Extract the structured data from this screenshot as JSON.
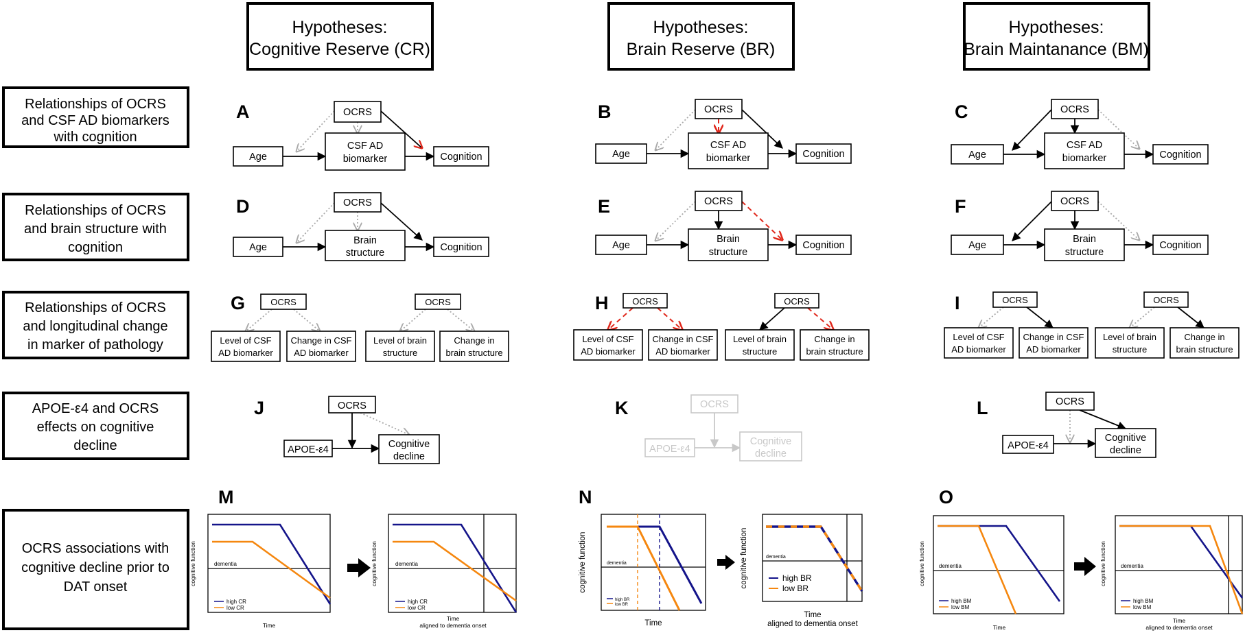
{
  "headers": [
    {
      "line1": "Hypotheses:",
      "line2": "Cognitive Reserve (CR)"
    },
    {
      "line1": "Hypotheses:",
      "line2": "Brain Reserve (BR)"
    },
    {
      "line1": "Hypotheses:",
      "line2": "Brain Maintanance (BM)"
    }
  ],
  "rows": [
    {
      "lines": [
        "Relationships of OCRS",
        "and CSF AD biomarkers",
        "with cognition"
      ]
    },
    {
      "lines": [
        "Relationships of OCRS",
        "and brain structure with",
        "cognition"
      ]
    },
    {
      "lines": [
        "Relationships of OCRS",
        "and longitudinal change",
        "in marker of pathology"
      ]
    },
    {
      "lines": [
        "APOE-ε4 and OCRS",
        "effects on cognitive",
        "decline"
      ]
    },
    {
      "lines": [
        "OCRS associations with",
        "cognitive decline prior to",
        "DAT onset"
      ]
    }
  ],
  "letters": [
    "A",
    "B",
    "C",
    "D",
    "E",
    "F",
    "G",
    "H",
    "I",
    "J",
    "K",
    "L",
    "M",
    "N",
    "O"
  ],
  "nodes": {
    "ocrs": "OCRS",
    "age": "Age",
    "cognition": "Cognition",
    "csf_1": "CSF AD",
    "csf_2": "biomarker",
    "brain_1": "Brain",
    "brain_2": "structure",
    "lvl_csf_1": "Level of CSF",
    "lvl_csf_2": "AD biomarker",
    "chg_csf_1": "Change in CSF",
    "chg_csf_2": "AD biomarker",
    "lvl_brain_1": "Level of brain",
    "lvl_brain_2": "structure",
    "chg_brain_1": "Change in",
    "chg_brain_2": "brain structure",
    "apoe": "APOE-ε4",
    "decl_1": "Cognitive",
    "decl_2": "decline"
  },
  "plots": {
    "ylabel": "cognitive function",
    "xlabel": "Time",
    "xlabel_aligned": "aligned to dementia onset",
    "dementia": "dementia",
    "legend_cr": [
      "high CR",
      "low CR"
    ],
    "legend_br": [
      "high BR",
      "low BR"
    ],
    "legend_bm": [
      "high BM",
      "low BM"
    ]
  },
  "colors": {
    "high": "#14148a",
    "low": "#f5870f",
    "red": "#e0281c"
  }
}
